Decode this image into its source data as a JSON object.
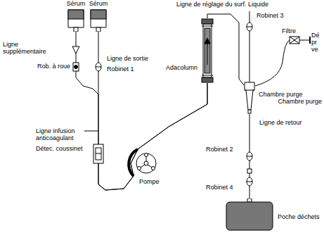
{
  "diagram": {
    "nodes": [
      {
        "text": [
          "Sérum"
        ]
      },
      {
        "text": [
          "Sérum"
        ]
      },
      {
        "text": [
          "Adacolumn"
        ]
      },
      {
        "text": [
          "Chambre purge"
        ]
      },
      {
        "text": [
          "Poche déchets"
        ]
      }
    ],
    "edges": [
      {
        "from": 0,
        "to": 2,
        "arrow": "none"
      },
      {
        "from": 1,
        "to": 2,
        "arrow": "none"
      },
      {
        "from": 2,
        "to": 3,
        "arrow": "none"
      },
      {
        "from": 3,
        "to": 4,
        "arrow": "none"
      }
    ],
    "labels": [
      "Ligne supplémentaire",
      "Rob. à roue",
      "Ligne de sortie",
      "Robinet 1",
      "Ligne infusion anticoagulant",
      "Détec. coussinet",
      "Pompe",
      "Ligne de réglage du surf. Liquide",
      "Robinet 3",
      "Filtre",
      "Dé pr ve",
      "Chambre purge",
      "Ligne de retour",
      "Robinet 2",
      "Robinet 4"
    ]
  }
}
